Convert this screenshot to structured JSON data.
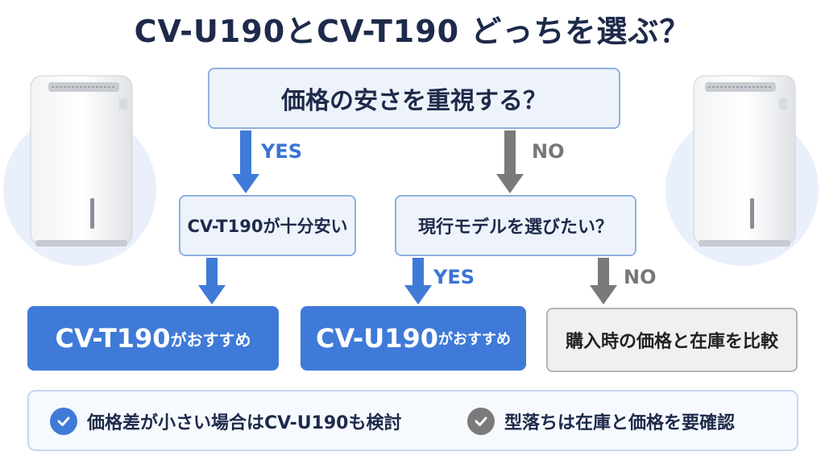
{
  "title": "CV-U190とCV-T190 どっちを選ぶ？",
  "flow": {
    "q1": "価格の安さを重視する？",
    "q1_yes": "YES",
    "q1_no": "NO",
    "cond_left": "CV-T190が十分安い",
    "q2": "現行モデルを選びたい？",
    "q2_yes": "YES",
    "q2_no": "NO",
    "result_t190_model": "CV-T190",
    "result_t190_suffix": "がおすすめ",
    "result_u190_model": "CV-U190",
    "result_u190_suffix": "がおすすめ",
    "result_compare": "購入時の価格と在庫を比較"
  },
  "notes": [
    {
      "text": "価格差が小さい場合はCV-U190も検討",
      "icon": "check-icon",
      "color": "#3f7ad8"
    },
    {
      "text": "型落ちは在庫と価格を要確認",
      "icon": "check-icon",
      "color": "#7a7a7a"
    }
  ],
  "images": {
    "left": "dehumidifier-image",
    "right": "dehumidifier-image"
  },
  "colors": {
    "accent": "#3f7ad8",
    "gray": "#7a7a7a",
    "title": "#1e2a4a"
  }
}
